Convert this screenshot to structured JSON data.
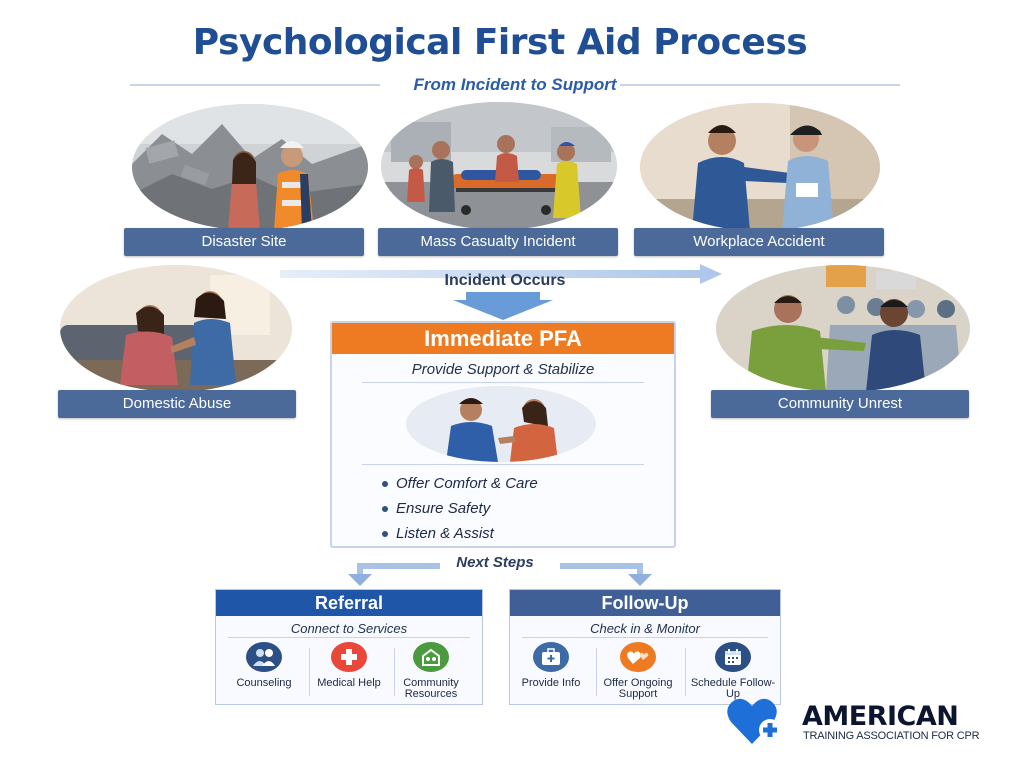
{
  "header": {
    "title": "Psychological First Aid Process",
    "subtitle": "From Incident to Support"
  },
  "incidents": [
    {
      "label": "Disaster Site",
      "icon": "disaster-scene"
    },
    {
      "label": "Mass Casualty Incident",
      "icon": "mass-casualty-scene"
    },
    {
      "label": "Workplace Accident",
      "icon": "workplace-scene"
    },
    {
      "label": "Domestic Abuse",
      "icon": "domestic-scene"
    },
    {
      "label": "Community Unrest",
      "icon": "community-scene"
    }
  ],
  "flow": {
    "incident_occurs": "Incident Occurs",
    "next_steps": "Next Steps"
  },
  "pfa": {
    "title": "Immediate PFA",
    "subtitle": "Provide Support & Stabilize",
    "items": [
      "Offer Comfort & Care",
      "Ensure Safety",
      "Listen & Assist"
    ],
    "accent": "#ee7b22"
  },
  "referral": {
    "title": "Referral",
    "subtitle": "Connect to Services",
    "color": "#1f56a8",
    "items": [
      {
        "label": "Counseling",
        "icon": "people-icon",
        "color": "#2c4f86"
      },
      {
        "label": "Medical Help",
        "icon": "medical-cross-icon",
        "color": "#e8473a"
      },
      {
        "label": "Community Resources",
        "label_line1": "Community",
        "label_line2": "Resources",
        "icon": "community-resources-icon",
        "color": "#4c9a3f"
      }
    ]
  },
  "followup": {
    "title": "Follow-Up",
    "subtitle": "Check in & Monitor",
    "color": "#3f5f96",
    "items": [
      {
        "label": "Provide Info",
        "icon": "first-aid-kit-icon",
        "color": "#3e6aa5"
      },
      {
        "label": "Offer Ongoing Support",
        "label_line1": "Offer Ongoing",
        "label_line2": "Support",
        "icon": "hearts-icon",
        "color": "#ee7b22"
      },
      {
        "label": "Schedule Follow-Up",
        "icon": "calendar-icon",
        "color": "#2c4f86"
      }
    ]
  },
  "logo": {
    "name": "AMERICAN",
    "tagline": "TRAINING ASSOCIATION FOR CPR",
    "heart_color": "#1f6fd8"
  }
}
